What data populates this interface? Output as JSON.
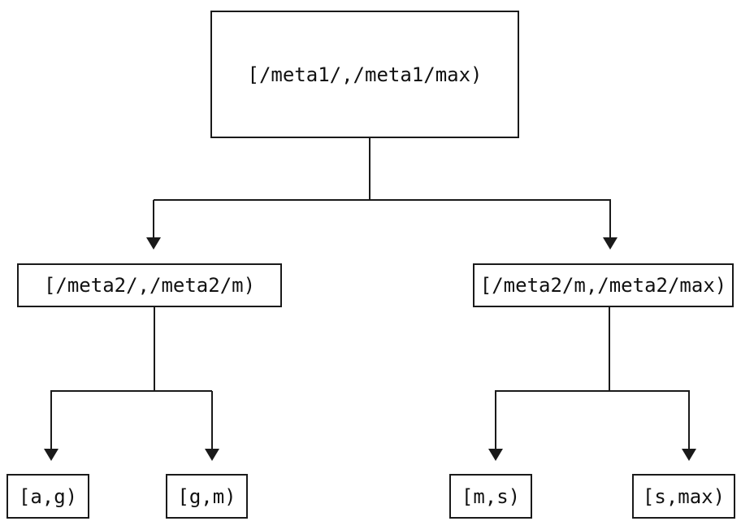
{
  "diagram": {
    "type": "tree",
    "colors": {
      "line": "#1a1a1a",
      "border": "#1a1a1a",
      "text": "#111111",
      "background": "#ffffff"
    },
    "nodes": {
      "root": {
        "label": "[/meta1/,/meta1/max)"
      },
      "left": {
        "label": "[/meta2/,/meta2/m)"
      },
      "right": {
        "label": "[/meta2/m,/meta2/max)"
      },
      "leaf_ag": {
        "label": "[a,g)"
      },
      "leaf_gm": {
        "label": "[g,m)"
      },
      "leaf_ms": {
        "label": "[m,s)"
      },
      "leaf_smax": {
        "label": "[s,max)"
      }
    },
    "edges": [
      {
        "from": "root",
        "to": "left"
      },
      {
        "from": "root",
        "to": "right"
      },
      {
        "from": "left",
        "to": "leaf_ag"
      },
      {
        "from": "left",
        "to": "leaf_gm"
      },
      {
        "from": "right",
        "to": "leaf_ms"
      },
      {
        "from": "right",
        "to": "leaf_smax"
      }
    ]
  }
}
